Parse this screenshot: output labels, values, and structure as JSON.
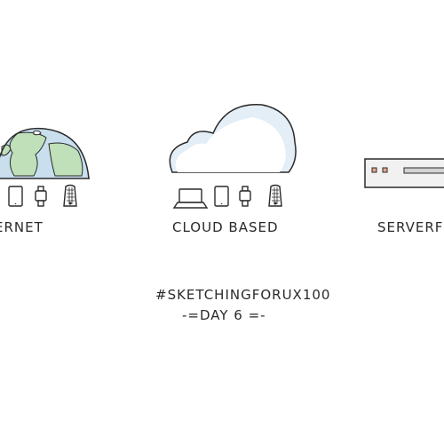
{
  "sections": {
    "internet": {
      "label": "ERNET"
    },
    "cloud": {
      "label": "CLOUD BASED"
    },
    "server": {
      "label": "SERVERF"
    }
  },
  "caption": {
    "hashtag": "#SKETCHINGFORUX100",
    "day": "-=DAY 6 =-"
  },
  "colors": {
    "stroke": "#2a2a2a",
    "ocean": "#c9dfee",
    "land": "#bfe0b8",
    "cloud_fill": "#e3eef6",
    "server_fill": "#f1f1f1",
    "server_led": "#e8a58f"
  },
  "icons": [
    "globe-icon",
    "cloud-icon",
    "server-icon",
    "laptop-icon",
    "tablet-icon",
    "smartwatch-icon",
    "phone-icon"
  ]
}
